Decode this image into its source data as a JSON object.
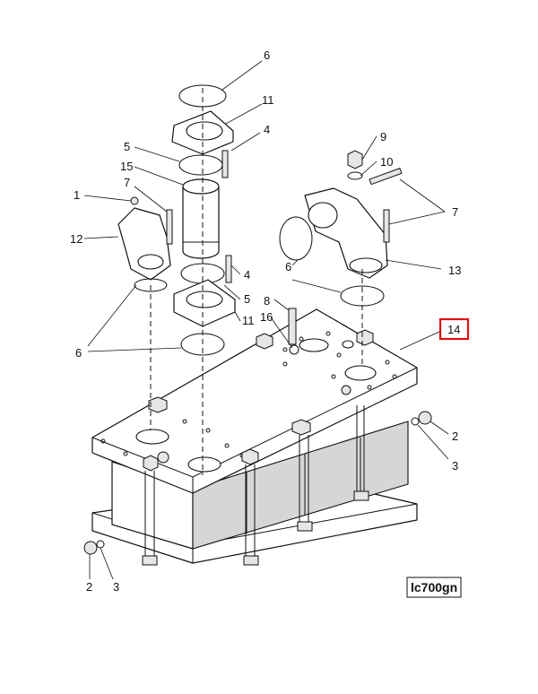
{
  "diagram": {
    "drawing_code": "lc700gn",
    "highlighted_callout": "14",
    "highlight_color": "#e01010",
    "callouts": [
      {
        "id": "c6a",
        "text": "6"
      },
      {
        "id": "c11a",
        "text": "11"
      },
      {
        "id": "c4a",
        "text": "4"
      },
      {
        "id": "c5a",
        "text": "5"
      },
      {
        "id": "c15",
        "text": "15"
      },
      {
        "id": "c1",
        "text": "1"
      },
      {
        "id": "c7a",
        "text": "7"
      },
      {
        "id": "c12",
        "text": "12"
      },
      {
        "id": "c4b",
        "text": "4"
      },
      {
        "id": "c5b",
        "text": "5"
      },
      {
        "id": "c11b",
        "text": "11"
      },
      {
        "id": "c6b",
        "text": "6"
      },
      {
        "id": "c8",
        "text": "8"
      },
      {
        "id": "c16",
        "text": "16"
      },
      {
        "id": "c9",
        "text": "9"
      },
      {
        "id": "c10",
        "text": "10"
      },
      {
        "id": "c7b",
        "text": "7"
      },
      {
        "id": "c6c",
        "text": "6"
      },
      {
        "id": "c13",
        "text": "13"
      },
      {
        "id": "c14",
        "text": "14"
      },
      {
        "id": "c2a",
        "text": "2"
      },
      {
        "id": "c3a",
        "text": "3"
      },
      {
        "id": "c2b",
        "text": "2"
      },
      {
        "id": "c3b",
        "text": "3"
      }
    ]
  }
}
